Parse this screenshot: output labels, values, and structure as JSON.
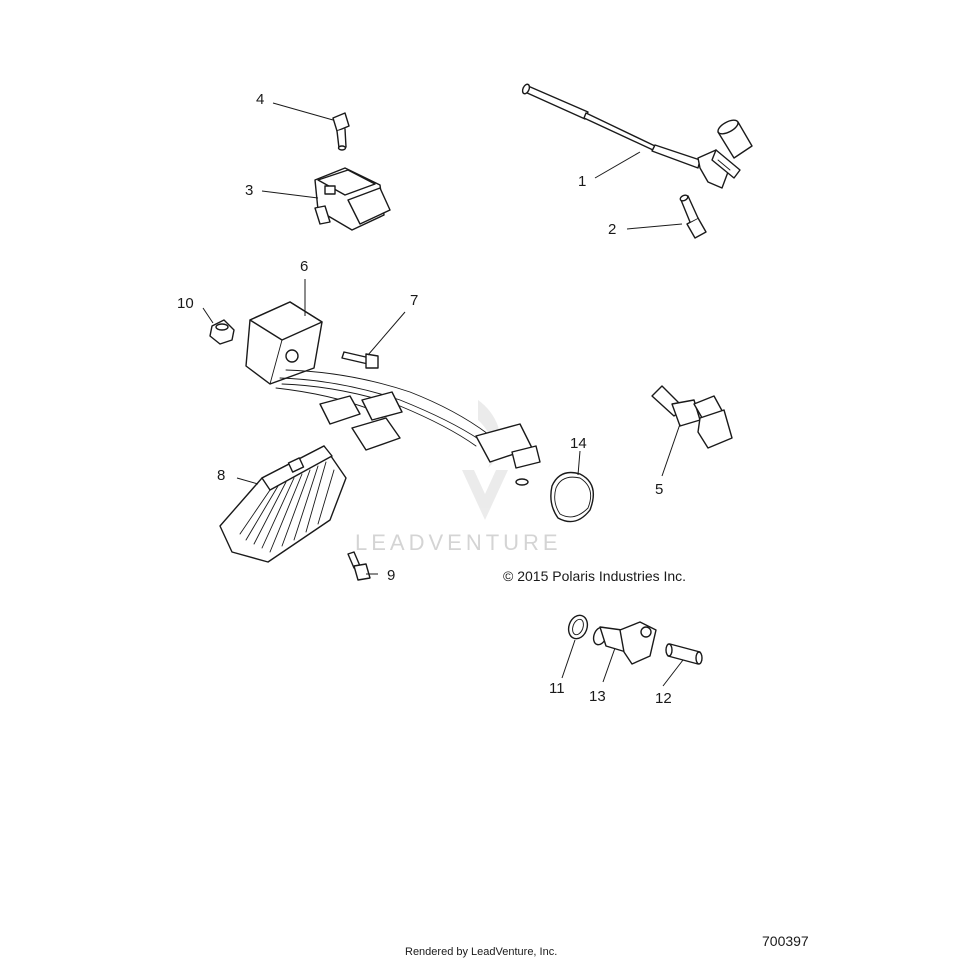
{
  "callouts": {
    "c1": "1",
    "c2": "2",
    "c3": "3",
    "c4": "4",
    "c5": "5",
    "c6": "6",
    "c7": "7",
    "c8": "8",
    "c9": "9",
    "c10": "10",
    "c11": "11",
    "c12": "12",
    "c13": "13",
    "c14": "14"
  },
  "watermark": "LEADVENTURE",
  "copyright": "© 2015 Polaris Industries Inc.",
  "footer": "Rendered by LeadVenture, Inc.",
  "drawing_number": "700397",
  "colors": {
    "line": "#1a1a1a",
    "watermark": "#d4d4d4",
    "background": "#ffffff"
  }
}
